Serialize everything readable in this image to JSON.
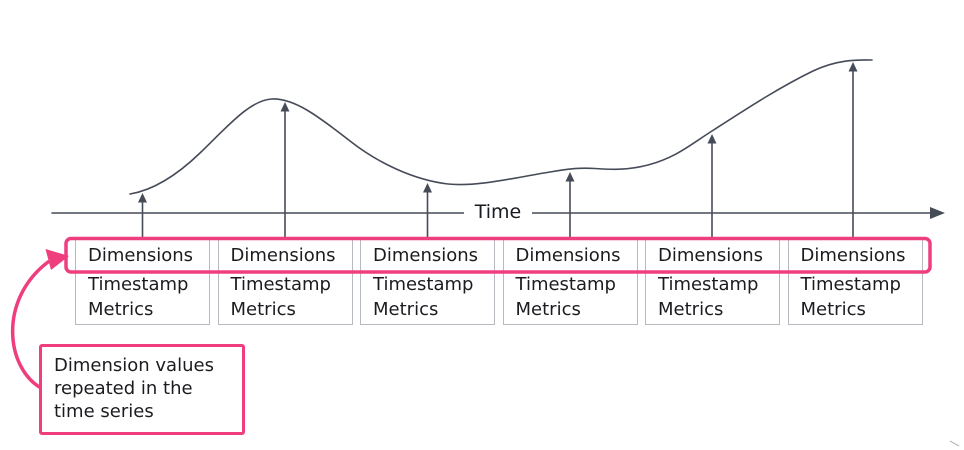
{
  "colors": {
    "accent_pink": "#ee3e7e",
    "stroke_dark": "#454b57",
    "box_border": "#b6b9bf",
    "text": "#1c1c20"
  },
  "axis": {
    "label": "Time"
  },
  "records": [
    {
      "dimensions": "Dimensions",
      "timestamp": "Timestamp",
      "metrics": "Metrics"
    },
    {
      "dimensions": "Dimensions",
      "timestamp": "Timestamp",
      "metrics": "Metrics"
    },
    {
      "dimensions": "Dimensions",
      "timestamp": "Timestamp",
      "metrics": "Metrics"
    },
    {
      "dimensions": "Dimensions",
      "timestamp": "Timestamp",
      "metrics": "Metrics"
    },
    {
      "dimensions": "Dimensions",
      "timestamp": "Timestamp",
      "metrics": "Metrics"
    },
    {
      "dimensions": "Dimensions",
      "timestamp": "Timestamp",
      "metrics": "Metrics"
    }
  ],
  "callout": {
    "text": "Dimension values\nrepeated in the\ntime series"
  }
}
